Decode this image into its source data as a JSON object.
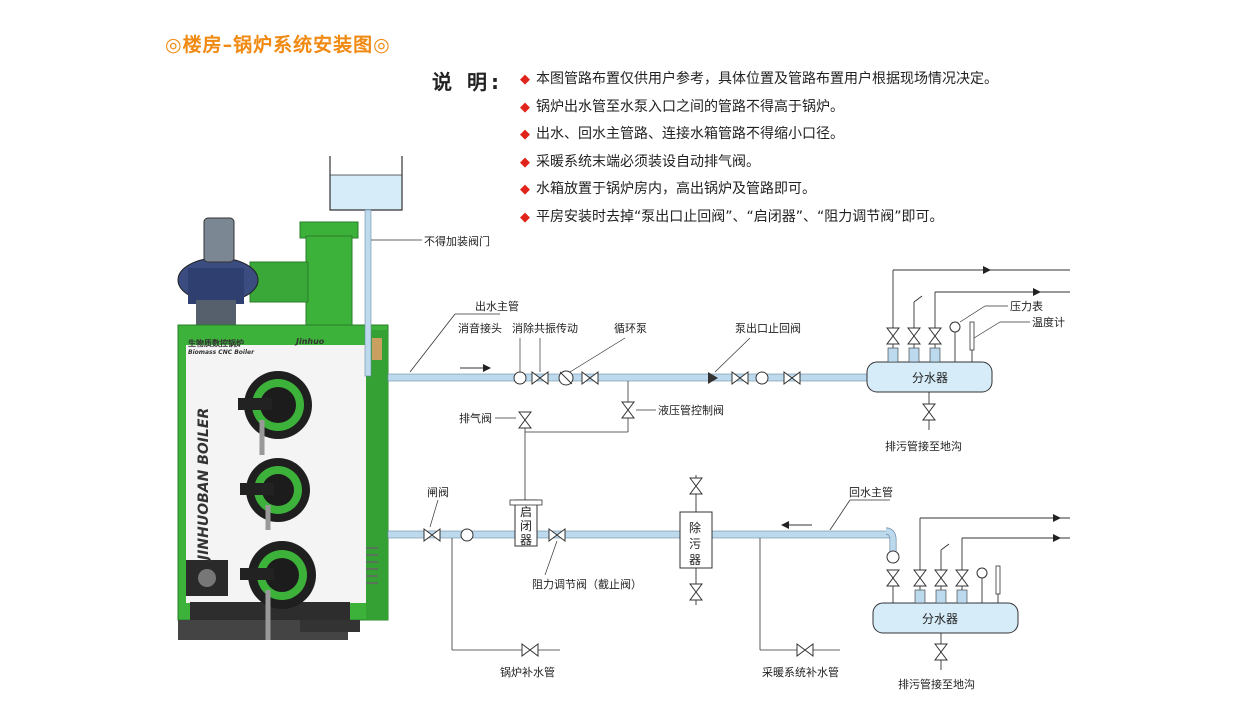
{
  "title": "◎楼房–锅炉系统安装图◎",
  "notes": {
    "heading": "说 明:",
    "items": [
      "本图管路布置仅供用户参考，具体位置及管路布置用户根据现场情况决定。",
      "锅炉出水管至水泵入口之间的管路不得高于锅炉。",
      "出水、回水主管路、连接水箱管路不得缩小口径。",
      "采暖系统末端必须装设自动排气阀。",
      "水箱放置于锅炉房内，高出锅炉及管路即可。",
      "平房安装时去掉“泵出口止回阀”、“启闭器”、“阻力调节阀”即可。"
    ]
  },
  "boiler": {
    "name_cn": "生物质数控锅炉",
    "name_en": "Biomass CNC Boiler",
    "brand_vertical": "JINHUOBAN BOILER",
    "logo": "Jinhuo"
  },
  "labels": {
    "no_valve": "不得加装阀门",
    "outlet_main": "出水主管",
    "muffler_joint": "消音接头",
    "vibration_damper": "消除共振传动",
    "circulation_pump": "循环泵",
    "pump_check_valve": "泵出口止回阀",
    "pressure_gauge": "压力表",
    "thermometer": "温度计",
    "distributor": "分水器",
    "drain_to_trench": "排污管接至地沟",
    "air_vent": "排气阀",
    "hydraulic_valve": "液压管控制阀",
    "gate_valve": "闸阀",
    "opener": "启闭器",
    "decontaminator": "除污器",
    "return_main": "回水主管",
    "resistance_valve": "阻力调节阀（截止阀）",
    "boiler_makeup": "锅炉补水管",
    "heating_makeup": "采暖系统补水管"
  },
  "colors": {
    "accent": "#f08a12",
    "bullet": "#e0241b",
    "pipe": "#bcd9ee",
    "boiler_green": "#3db23a"
  }
}
